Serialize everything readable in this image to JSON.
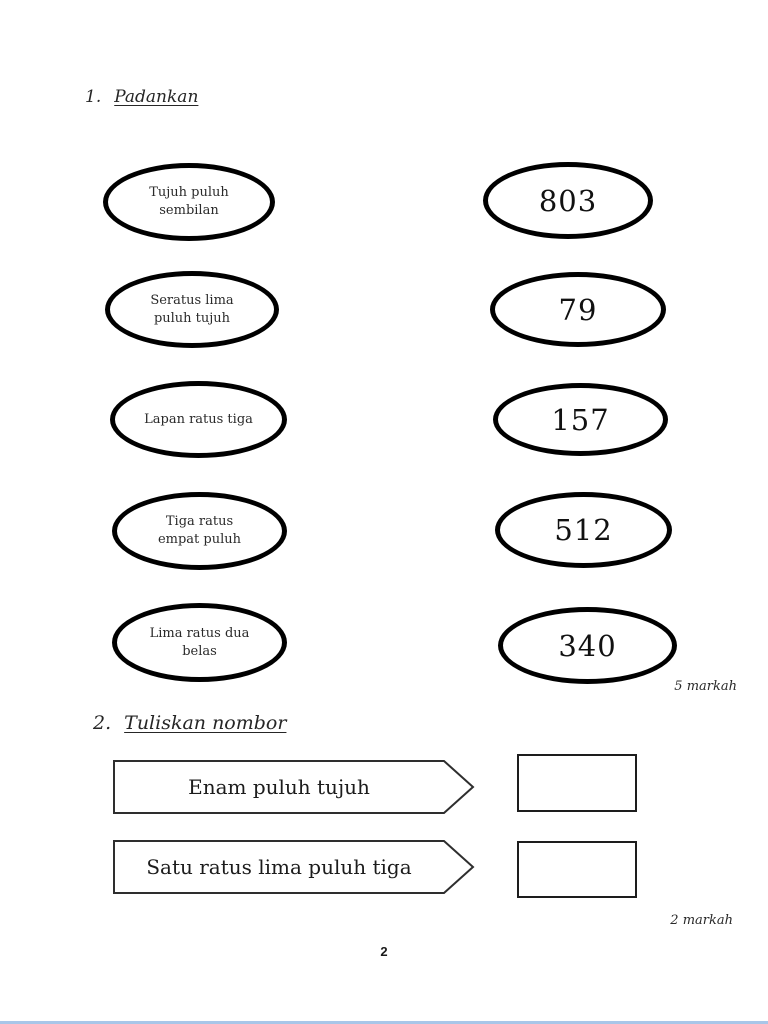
{
  "page": {
    "number": "2"
  },
  "colors": {
    "ink": "#1f1f1f",
    "shape_stroke": "#000000",
    "bottom_bar": "#a9c6e8"
  },
  "section1": {
    "number": "1.",
    "title": "Padankan",
    "marks_label": "5 markah",
    "word_ovals": [
      "Tujuh puluh sembilan",
      "Seratus lima puluh tujuh",
      "Lapan ratus tiga",
      "Tiga ratus empat puluh",
      "Lima ratus dua belas"
    ],
    "number_ovals": [
      "803",
      "79",
      "157",
      "512",
      "340"
    ]
  },
  "section2": {
    "number": "2.",
    "title": "Tuliskan nombor",
    "marks_label": "2 markah",
    "prompts": [
      "Enam puluh tujuh",
      "Satu ratus lima puluh tiga"
    ]
  }
}
